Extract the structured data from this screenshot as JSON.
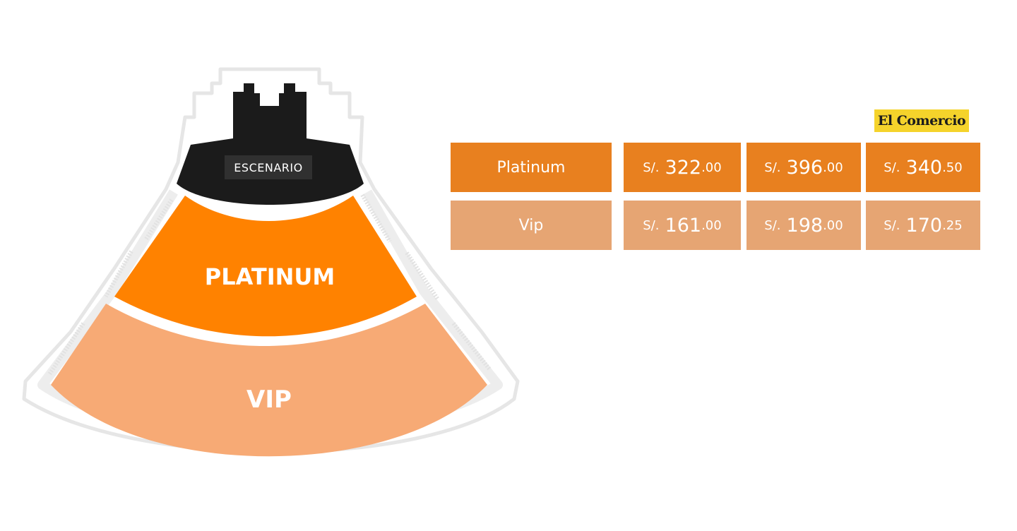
{
  "map": {
    "stage_label": "ESCENARIO",
    "zones": [
      {
        "id": "platinum",
        "label": "PLATINUM",
        "color": "#ff8200"
      },
      {
        "id": "vip",
        "label": "VIP",
        "color": "#f7aa75"
      }
    ],
    "stage_color": "#1b1b1b",
    "outline_color": "#e4e4e4"
  },
  "table": {
    "columns": [
      {
        "lines": [
          "",
          ""
        ]
      },
      {
        "lines": [
          "",
          ""
        ]
      },
      {
        "lines": [
          "",
          ""
        ]
      }
    ],
    "brand": "El Comercio",
    "rows": [
      {
        "zone": "Platinum",
        "prices": [
          {
            "currency": "S/.",
            "whole": "322",
            "decimals": ".00"
          },
          {
            "currency": "S/.",
            "whole": "396",
            "decimals": ".00"
          },
          {
            "currency": "S/.",
            "whole": "340",
            "decimals": ".50"
          }
        ]
      },
      {
        "zone": "Vip",
        "prices": [
          {
            "currency": "S/.",
            "whole": "161",
            "decimals": ".00"
          },
          {
            "currency": "S/.",
            "whole": "198",
            "decimals": ".00"
          },
          {
            "currency": "S/.",
            "whole": "170",
            "decimals": ".25"
          }
        ]
      }
    ],
    "footnote_lines": [
      "",
      ""
    ],
    "colors": {
      "platinum_row": "#e8801f",
      "vip_row": "#e6a573",
      "brand_badge": "#f5d32b"
    }
  }
}
